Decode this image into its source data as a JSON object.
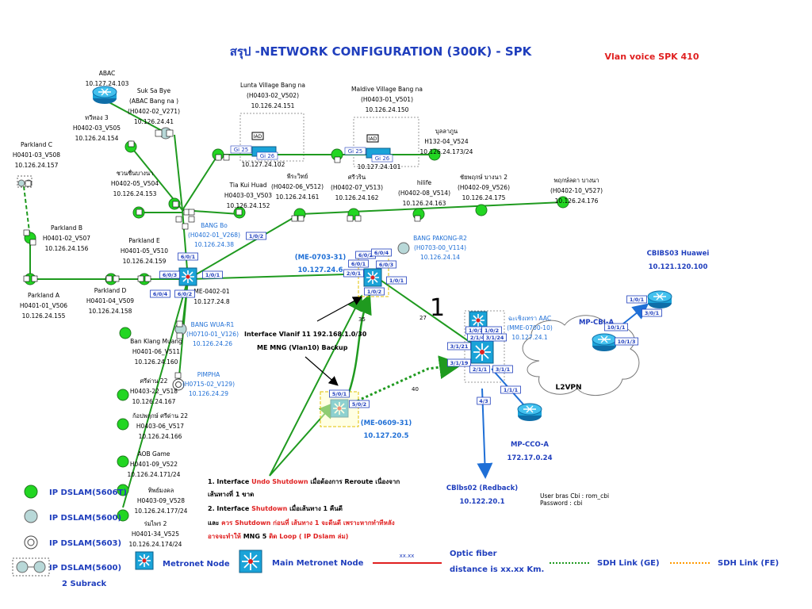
{
  "title": "สรุป -NETWORK CONFIGURATION (300K) - SPK",
  "vlan_voice": "Vlan voice SPK 410",
  "colors": {
    "title": "#1f3ebd",
    "red": "#e02020",
    "green": "#1f9a1f",
    "node_green": "#22d622",
    "blue": "#1f6fd6",
    "orange": "#ff9900"
  },
  "nodes": [
    {
      "id": "abac",
      "lines": [
        "ABAC",
        "10.127.24.103"
      ]
    },
    {
      "id": "suk_sa_bye",
      "lines": [
        "Suk Sa Bye",
        "(ABAC Bang na )",
        "(H0402-02_V271)",
        "10.126.24.41"
      ]
    },
    {
      "id": "thawi_thong3",
      "lines": [
        "ทวีทอง 3",
        "H0402-03_V505",
        "10.126.24.154"
      ]
    },
    {
      "id": "parkland_c",
      "lines": [
        "Parkland C",
        "H0401-03_V508",
        "10.126.24.157"
      ]
    },
    {
      "id": "lunta",
      "lines": [
        "Lunta Village Bang na",
        "(H0403-02_V502)",
        "10.126.24.151"
      ]
    },
    {
      "id": "maldive",
      "lines": [
        "Maldive Village Bang na",
        "(H0403-01_V501)",
        "10.126.24.150"
      ]
    },
    {
      "id": "bunlaphon",
      "lines": [
        "บุลลาภูน",
        "H132-04_V524",
        "10.126.24.173/24"
      ]
    },
    {
      "id": "chuan_chuen",
      "lines": [
        "ชวนชื่นบางนา",
        "H0402-05_V504",
        "10.126.24.153"
      ]
    },
    {
      "id": "tia_kui",
      "lines": [
        "Tia Kui Huad",
        "H0403-03_V503",
        "10.126.24.152"
      ]
    },
    {
      "id": "phrawiwat",
      "lines": [
        "พีระวิทย์",
        "(H0402-06_V512)",
        "10.126.24.161"
      ]
    },
    {
      "id": "sriwarin",
      "lines": [
        "ศรีวริน",
        "(H0402-07_V513)",
        "10.126.24.162"
      ]
    },
    {
      "id": "hilife",
      "lines": [
        "hilife",
        "(H0402-08_V514)",
        "10.126.24.163"
      ]
    },
    {
      "id": "chuanchuen2",
      "lines": [
        "ชัยพฤกษ์ บางนา 2",
        "(H0402-09_V526)",
        "10.126.24.175"
      ]
    },
    {
      "id": "phruksa",
      "lines": [
        "พฤกษ์ลดา บางนา",
        "(H0402-10_V527)",
        "10.126.24.176"
      ]
    },
    {
      "id": "parkland_b",
      "lines": [
        "Parkland B",
        "H0401-02_V507",
        "10.126.24.156"
      ]
    },
    {
      "id": "parkland_e",
      "lines": [
        "Parkland E",
        "H0401-05_V510",
        "10.126.24.159"
      ]
    },
    {
      "id": "parkland_a",
      "lines": [
        "Parkland A",
        "H0401-01_V506",
        "10.126.24.155"
      ]
    },
    {
      "id": "parkland_d",
      "lines": [
        "Parkland D",
        "H0401-04_V509",
        "10.126.24.158"
      ]
    },
    {
      "id": "me_0402",
      "lines": [
        "ME-0402-01",
        "10.127.24.8"
      ]
    },
    {
      "id": "ban_klang",
      "lines": [
        "Ban Klang Muang",
        "H0401-06_V511",
        "10.126.24.160"
      ]
    },
    {
      "id": "sriwan22",
      "lines": [
        "ศรีด่าน 22",
        "H0403-22_V518",
        "10.126.24.167"
      ]
    },
    {
      "id": "chaiyaphruek22",
      "lines": [
        "ก้อปพฤกษ์ ศรีด่าน 22",
        "H0403-06_V517",
        "10.126.24.166"
      ]
    },
    {
      "id": "aob",
      "lines": [
        "AOB Game",
        "H0401-09_V522",
        "10.126.24.171/24"
      ]
    },
    {
      "id": "thipmongkol",
      "lines": [
        "ทิพย์มงคล",
        "H0403-09_V528",
        "10.126.24.177/24"
      ]
    },
    {
      "id": "rommai2",
      "lines": [
        "ร่มไพร 2",
        "H0401-34_V525",
        "10.126.24.174/24"
      ]
    }
  ],
  "blue_nodes": [
    {
      "id": "bang_bo",
      "lines": [
        "BANG Bo",
        "(H0402-01_V268)",
        "10.126.24.38"
      ]
    },
    {
      "id": "bang_pakong",
      "lines": [
        "BANG PAKONG-R2",
        "(H0703-00_V114)",
        "10.126.24.14"
      ]
    },
    {
      "id": "bang_wua",
      "lines": [
        "BANG WUA-R1",
        "(H0710-01_V126)",
        "10.126.24.26"
      ]
    },
    {
      "id": "pimpha",
      "lines": [
        "PIMPHA",
        "(H0715-02_V129)",
        "10.126.24.29"
      ]
    },
    {
      "id": "chachoengsao",
      "lines": [
        "ฉะเชิงเทรา AAC",
        "(MME-0700-10)",
        "10.127.24.1"
      ]
    },
    {
      "id": "me0703",
      "lines": [
        "(ME-0703-31)",
        "10.127.24.6"
      ]
    },
    {
      "id": "me0609",
      "lines": [
        "(ME-0609-31)",
        "10.127.20.5"
      ]
    }
  ],
  "routers": [
    {
      "id": "cbibs03",
      "lines": [
        "CBIBS03 Huawei",
        "10.121.120.100"
      ]
    },
    {
      "id": "mp_cbi_a",
      "lines": [
        "MP-CBI-A"
      ]
    },
    {
      "id": "mp_cco_a",
      "lines": [
        "MP-CCO-A",
        "172.17.0.24"
      ]
    },
    {
      "id": "cblbs02",
      "lines": [
        "CBlbs02 (Redback)",
        "10.122.20.1"
      ]
    }
  ],
  "cloud": "L2VPN",
  "iad": [
    "IAD",
    "IAD"
  ],
  "gi_labels": [
    "Gi 25",
    "Gi 26",
    "Gi 25",
    "Gi 26"
  ],
  "port_labels": [
    "1/0/2",
    "1/0/1",
    "6/0/1",
    "6/0/3",
    "6/0/4",
    "6/0/2",
    "2/0/1",
    "1/0/2",
    "1/0/1",
    "6/0/2",
    "6/0/4",
    "6/0/1",
    "6/0/3",
    "5/0/1",
    "5/0/2",
    "1/0/1",
    "1/0/2",
    "2/1/4",
    "3/1/24",
    "3/1/21",
    "3/1/19",
    "2/1/1",
    "3/1/1",
    "1/1/1",
    "4/3",
    "1/0/1",
    "10/1/1",
    "3/0/1",
    "10/1/3"
  ],
  "interface_note": [
    "Interface Vlanif 11  192.168.1.0/30",
    "ME MNG (Vlan10) Backup"
  ],
  "link_numbers": [
    "35",
    "27",
    "40",
    "1"
  ],
  "instructions": {
    "line1_prefix": "1. Interface ",
    "line1_red": "Undo Shutdown",
    "line1_rest": " เมื่อต้องการ Reroute  เนื่องจาก",
    "line2": "เส้นทางที่ 1 ขาด",
    "line3_prefix": "2. Interface ",
    "line3_red": "Shutdown",
    "line3_rest": "  เมื่อเส้นทาง 1 คืนดี",
    "line4_prefix": "และ ",
    "line4_red": "ควร Shutdown ก่อนที่ เส้นทาง 1 จะดีนดี เพราะหากทำทีหลัง",
    "line5_red": "อาจจะทำให้ ",
    "line5_black": "MNG 5",
    "line5_red2": "  ติด Loop ( IP Dslam ล่ม)"
  },
  "login": [
    "User bras Cbi : rom_cbi",
    "Password : cbi"
  ],
  "legend": {
    "dslam_5606": "IP DSLAM(5606T)",
    "dslam_5600": "IP DSLAM(5600)",
    "dslam_5603": "IP DSLAM(5603)",
    "dslam_5600_2": "IP DSLAM(5600)",
    "subrack": "2 Subrack",
    "metronet": "Metronet Node",
    "main_metronet": "Main Metronet Node",
    "xx": "xx.xx",
    "fiber1": "Optic fiber",
    "fiber2": "distance is xx.xx Km.",
    "sdh_ge": "SDH Link (GE)",
    "sdh_fe": "SDH Link (FE)"
  }
}
